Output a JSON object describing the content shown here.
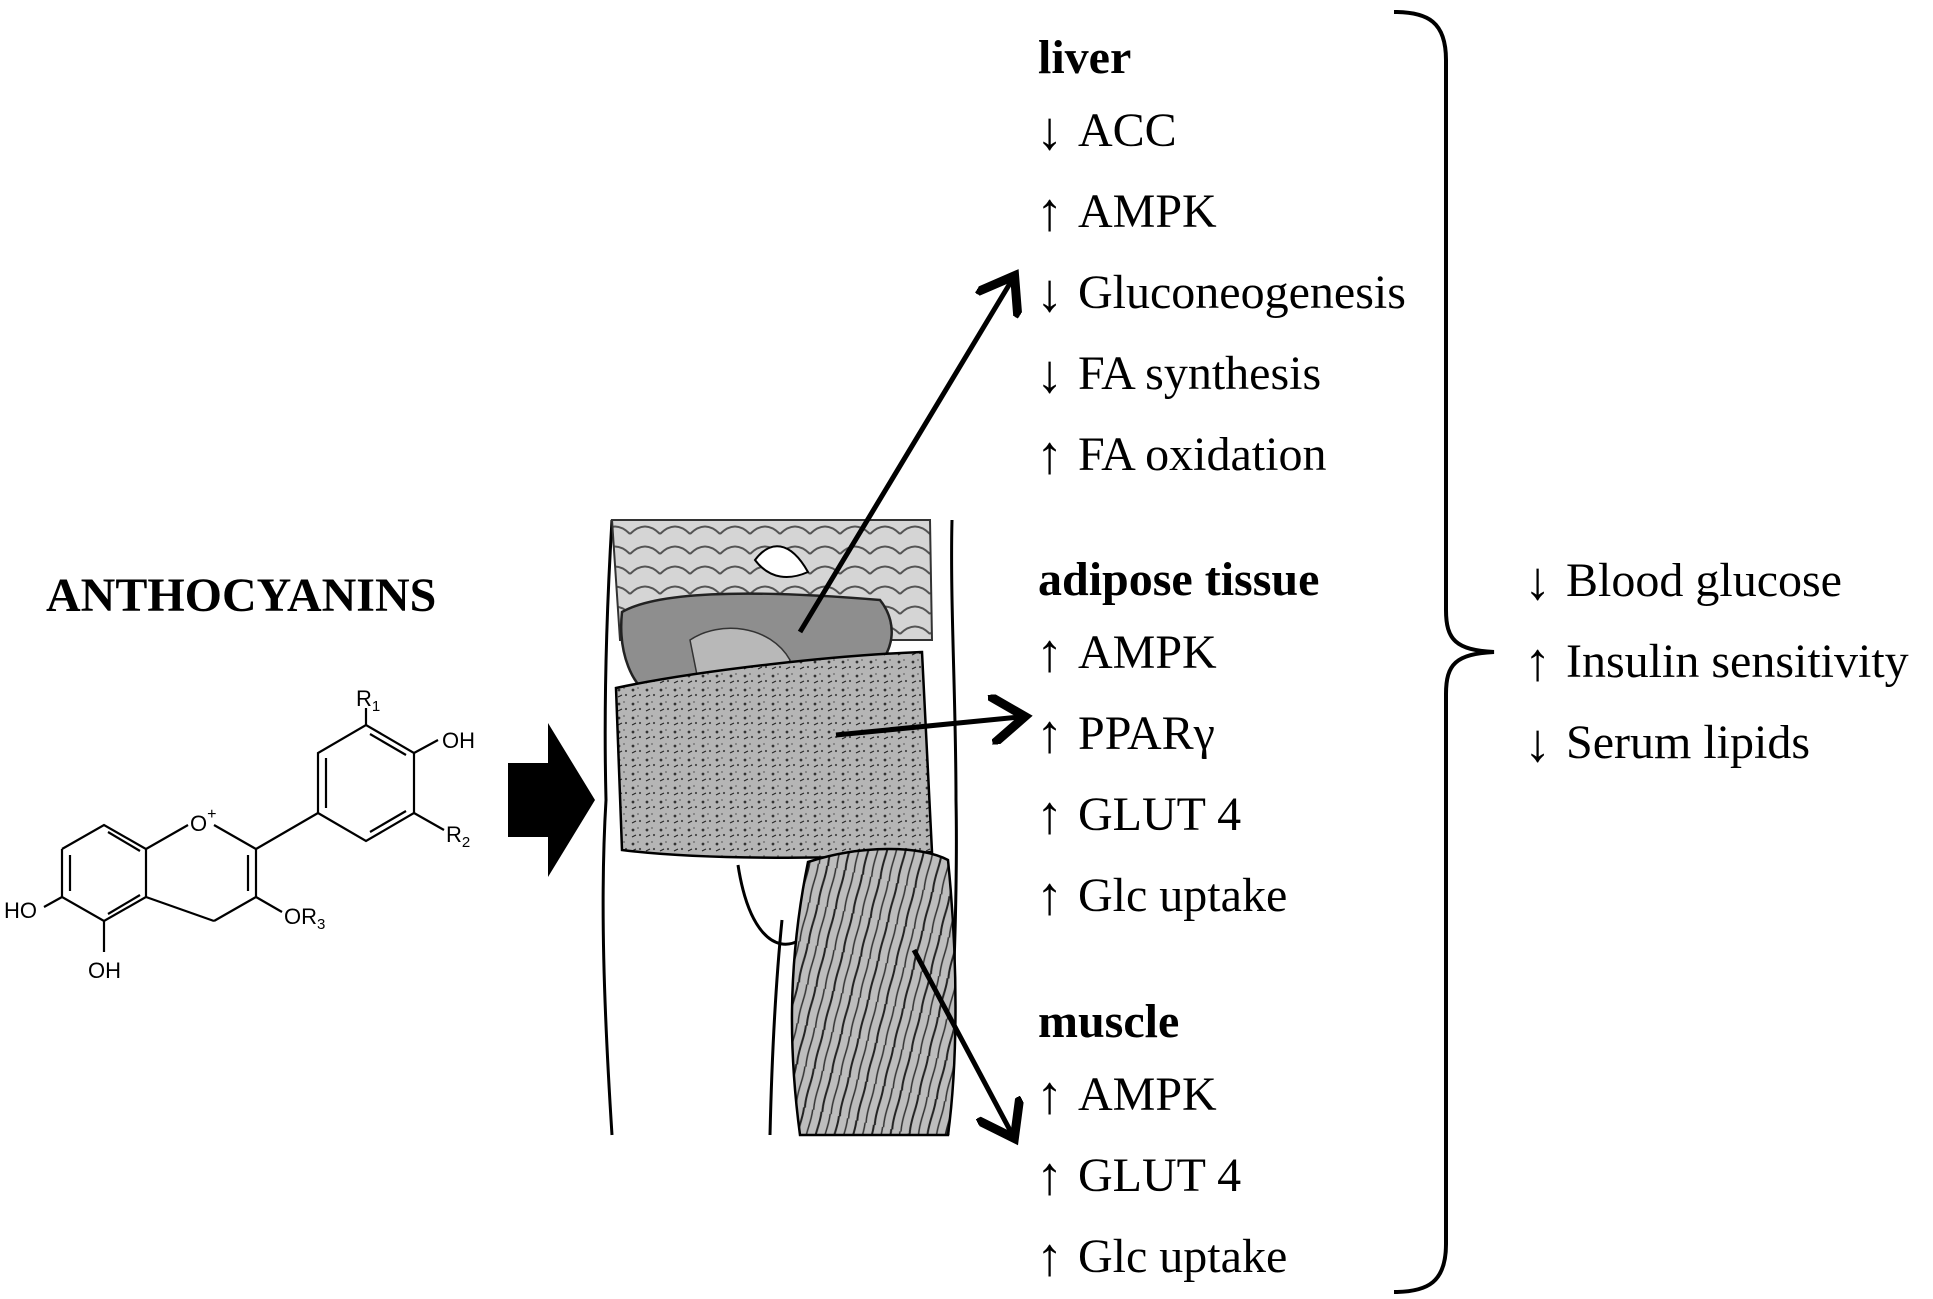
{
  "colors": {
    "ink": "#000000",
    "tissue_dark": "#555555",
    "tissue_mid": "#9a9a9a",
    "tissue_light": "#cfcfcf"
  },
  "compound": {
    "name": "ANTHOCYANINS",
    "labels": {
      "r1": "R",
      "r1_sub": "1",
      "oh_top": "OH",
      "r2": "R",
      "r2_sub": "2",
      "oplus": "O",
      "plus": "+",
      "or3": "OR",
      "or3_sub": "3",
      "ho": "HO",
      "oh_bottom": "OH"
    }
  },
  "organs": [
    {
      "id": "liver",
      "title": "liver",
      "effects": [
        {
          "dir": "down",
          "arrow": "↓",
          "text": "ACC"
        },
        {
          "dir": "up",
          "arrow": "↑",
          "text": "AMPK"
        },
        {
          "dir": "down",
          "arrow": "↓",
          "text": "Gluconeogenesis"
        },
        {
          "dir": "down",
          "arrow": "↓",
          "text": "FA synthesis"
        },
        {
          "dir": "up",
          "arrow": "↑",
          "text": "FA oxidation"
        }
      ]
    },
    {
      "id": "adipose",
      "title": "adipose tissue",
      "effects": [
        {
          "dir": "up",
          "arrow": "↑",
          "text": "AMPK"
        },
        {
          "dir": "up",
          "arrow": "↑",
          "text": "PPARγ"
        },
        {
          "dir": "up",
          "arrow": "↑",
          "text": "GLUT 4"
        },
        {
          "dir": "up",
          "arrow": "↑",
          "text": "Glc uptake"
        }
      ]
    },
    {
      "id": "muscle",
      "title": "muscle",
      "effects": [
        {
          "dir": "up",
          "arrow": "↑",
          "text": "AMPK"
        },
        {
          "dir": "up",
          "arrow": "↑",
          "text": "GLUT 4"
        },
        {
          "dir": "up",
          "arrow": "↑",
          "text": "Glc uptake"
        }
      ]
    }
  ],
  "outcomes": [
    {
      "dir": "down",
      "arrow": "↓",
      "text": "Blood glucose"
    },
    {
      "dir": "up",
      "arrow": "↑",
      "text": "Insulin sensitivity"
    },
    {
      "dir": "down",
      "arrow": "↓",
      "text": "Serum lipids"
    }
  ]
}
